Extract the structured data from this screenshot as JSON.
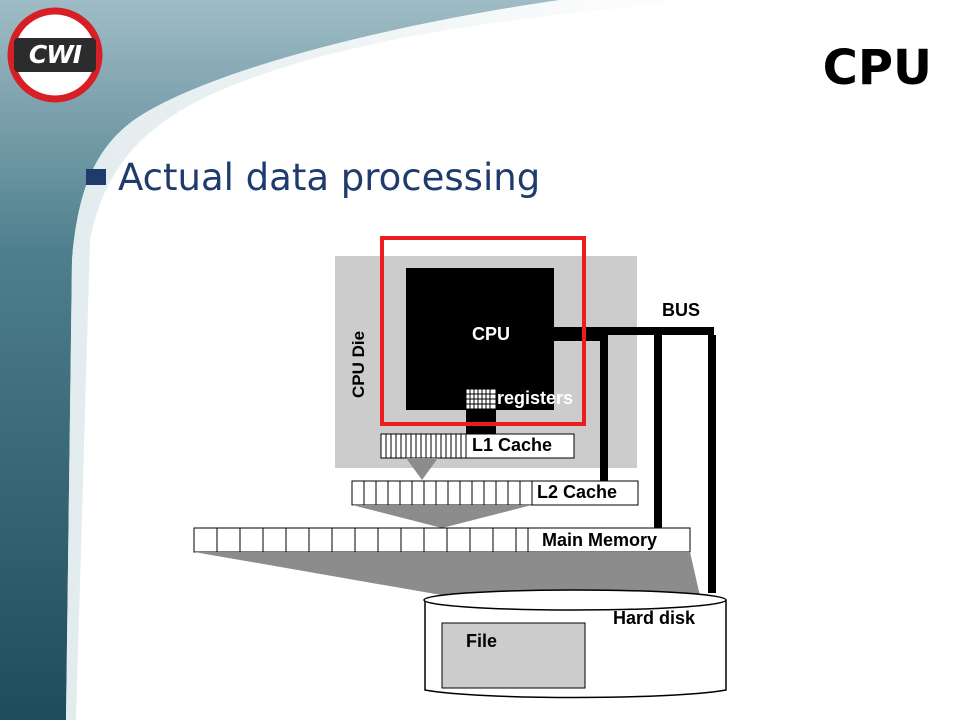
{
  "slide": {
    "logo_text": "CWI",
    "title": "CPU",
    "bullet": "Actual data processing"
  },
  "diagram": {
    "cpu_die": "CPU Die",
    "cpu": "CPU",
    "registers": "registers",
    "l1": "L1 Cache",
    "l2": "L2 Cache",
    "main_memory": "Main Memory",
    "bus": "BUS",
    "hard_disk": "Hard disk",
    "file": "File"
  },
  "colors": {
    "title_blue": "#1f3b6e",
    "highlight_red": "#ee1c1c",
    "die_gray": "#cccccc",
    "funnel_gray": "#8c8c8c",
    "teal_dark": "#3d6a78"
  },
  "icons": {
    "logo": "cwi-logo",
    "bullet": "square-bullet"
  }
}
